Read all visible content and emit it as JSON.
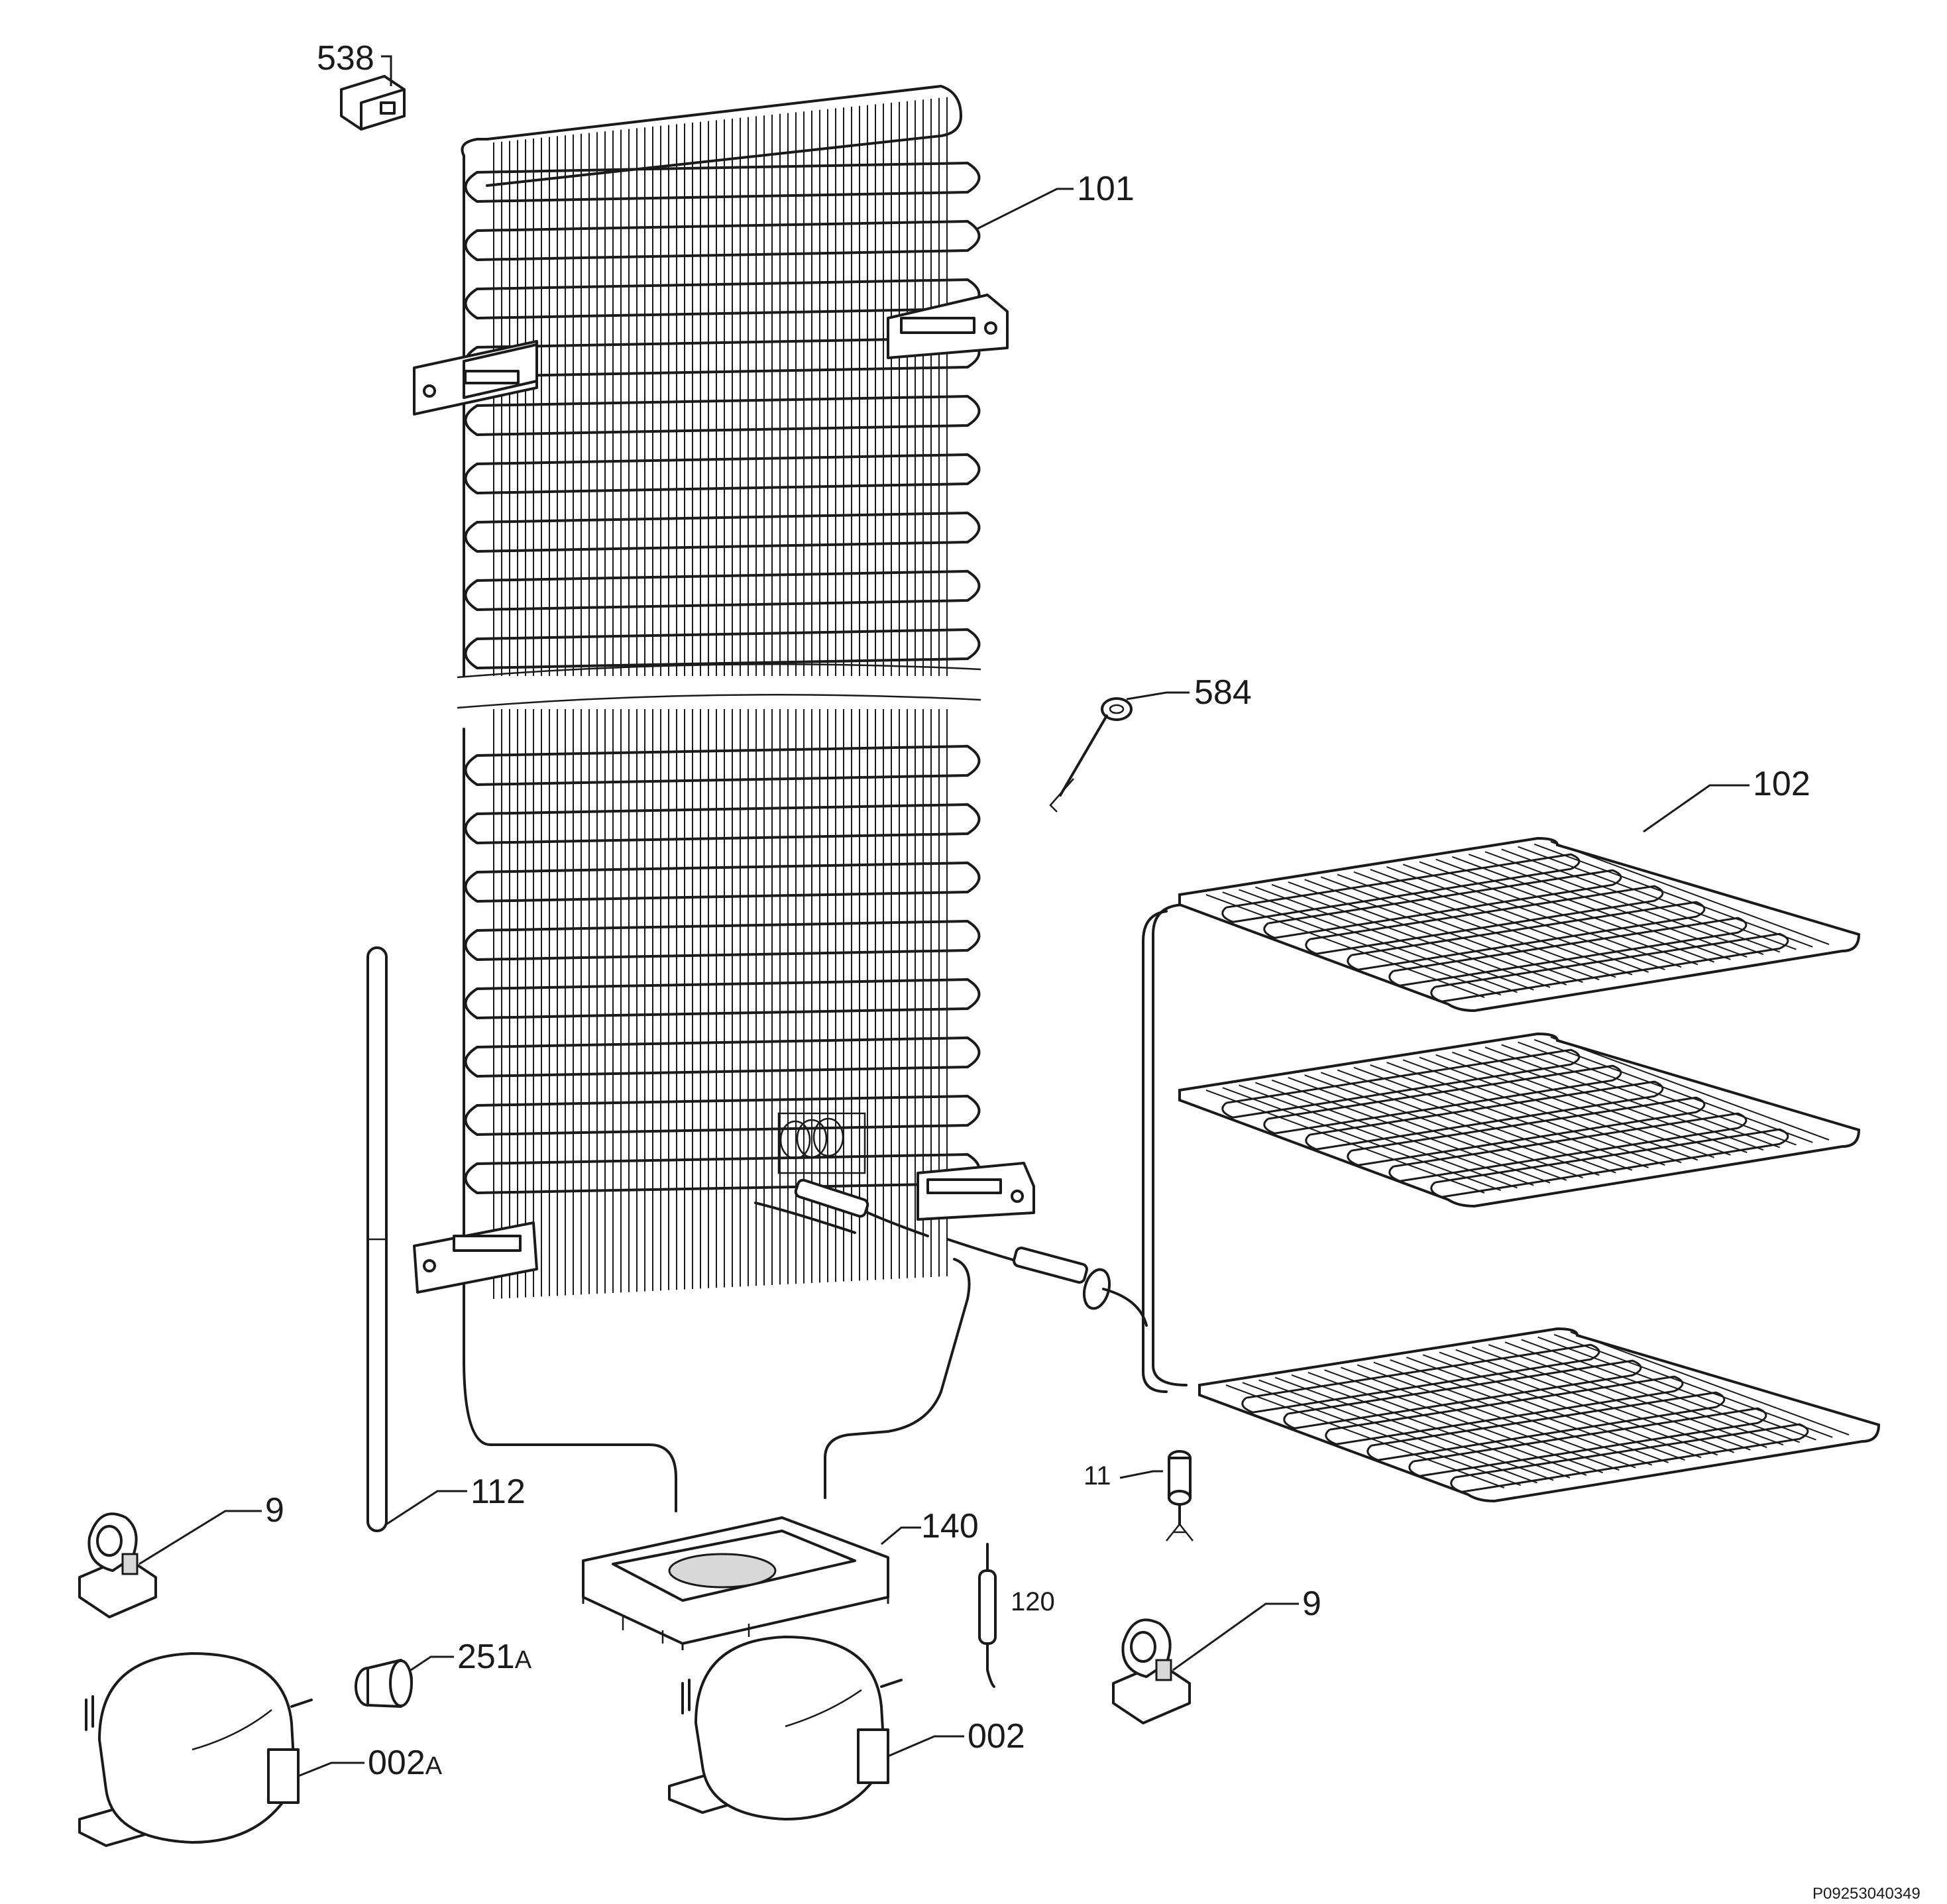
{
  "callouts": {
    "c538": "538",
    "c101": "101",
    "c584": "584",
    "c102": "102",
    "c112": "112",
    "c9_left": "9",
    "c140": "140",
    "c11": "11",
    "c120": "120",
    "c9_right": "9",
    "c251": "251",
    "c251_suffix": "A",
    "c002a": "002",
    "c002a_suffix": "A",
    "c002": "002"
  },
  "footer": {
    "code": "P09253040349"
  },
  "colors": {
    "line": "#1a1a1a",
    "background": "#ffffff"
  }
}
